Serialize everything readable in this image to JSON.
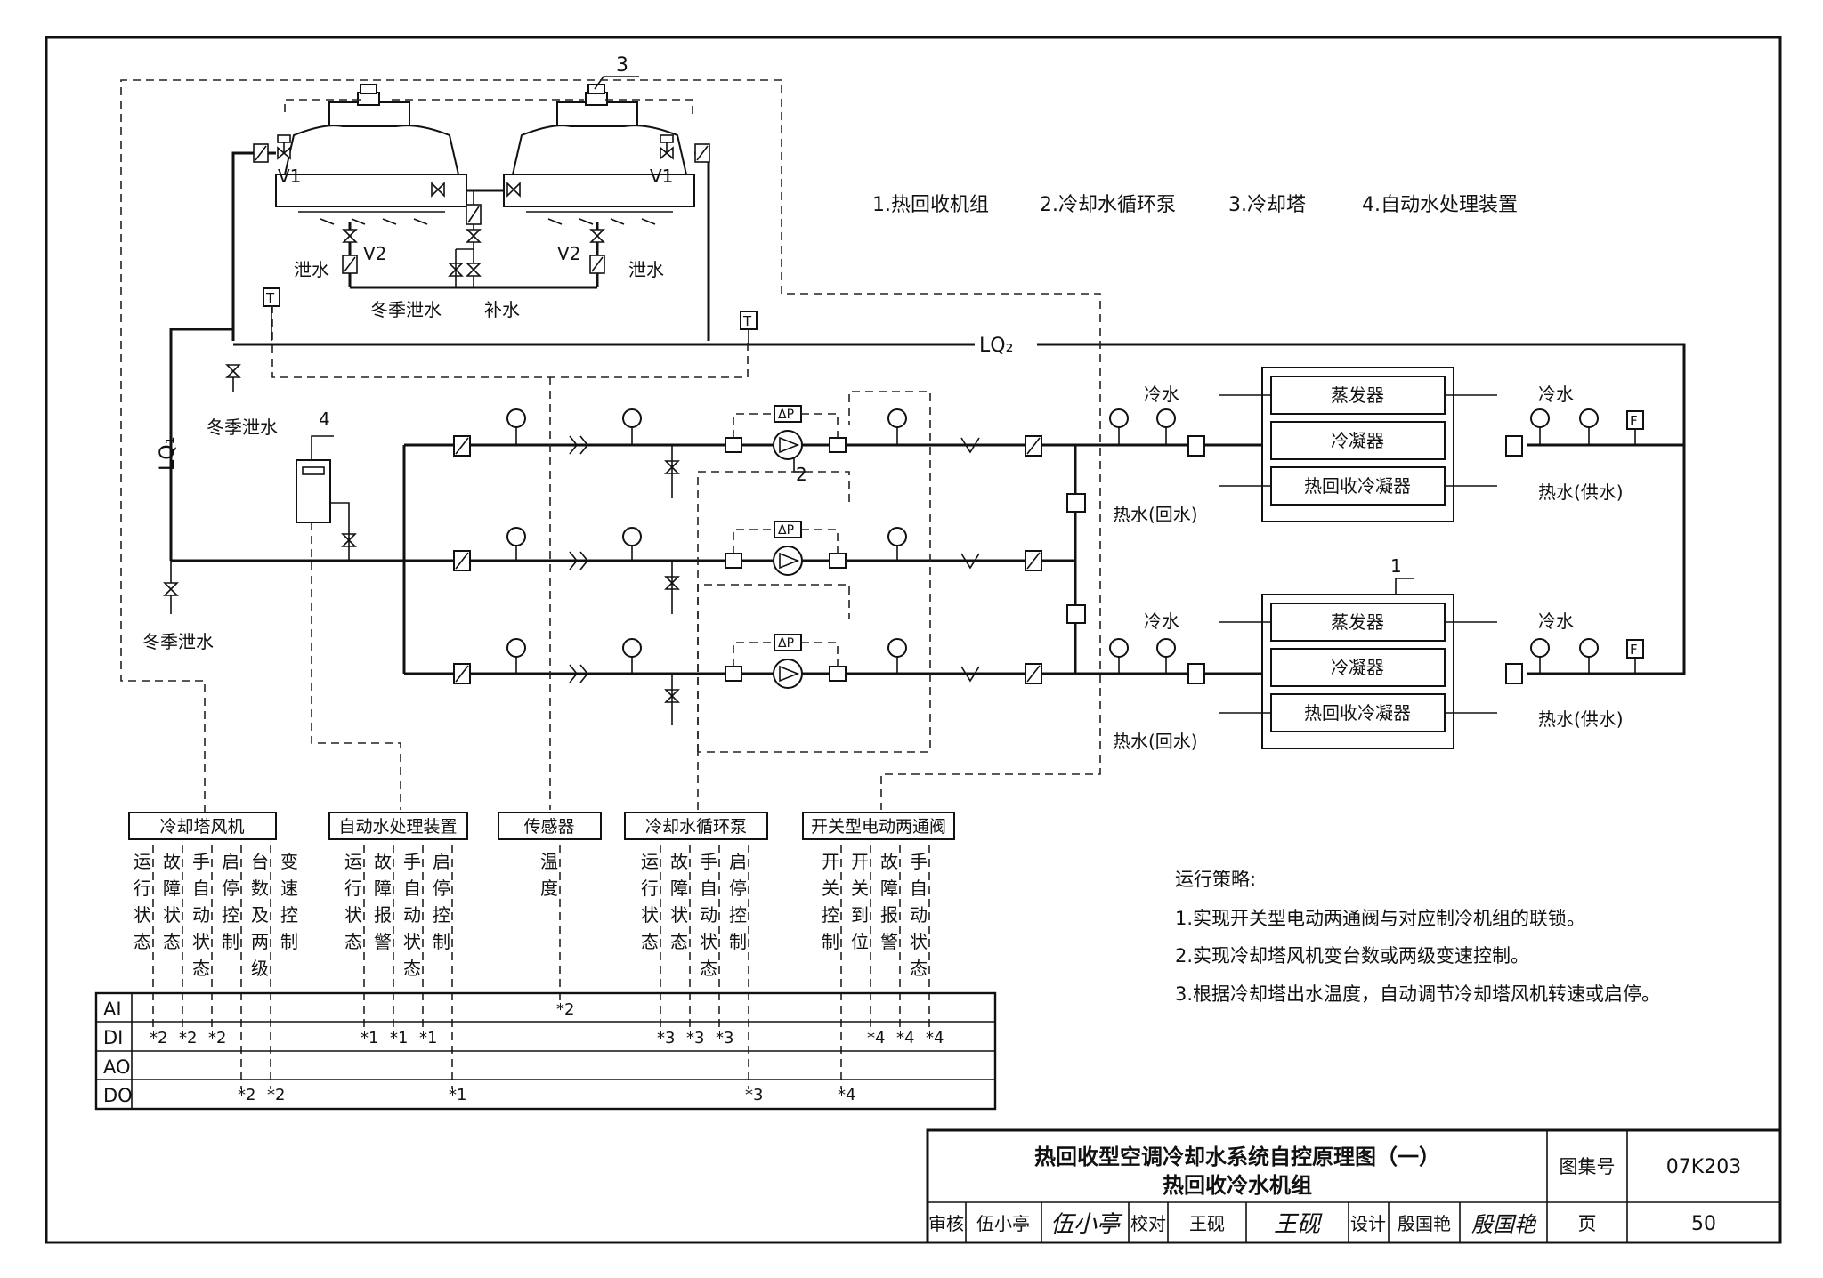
{
  "legend": {
    "item1": "1.热回收机组",
    "item2": "2.冷却水循环泵",
    "item3": "3.冷却塔",
    "item4": "4.自动水处理装置"
  },
  "callouts": {
    "c1": "1",
    "c2": "2",
    "c3": "3",
    "c4": "4"
  },
  "pipe_labels": {
    "lq1": "LQ₁",
    "lq2": "LQ₂",
    "v1": "V1",
    "v2": "V2",
    "drain": "泄水",
    "winter_drain": "冬季泄水",
    "makeup": "补水",
    "t": "T",
    "dp": "ΔP",
    "f": "F"
  },
  "chillers": [
    {
      "evaporator": "蒸发器",
      "condenser": "冷凝器",
      "hr_condenser": "热回收冷凝器",
      "cold_in": "冷水",
      "cold_out": "冷水",
      "hot_return": "热水(回水)",
      "hot_supply": "热水(供水)"
    },
    {
      "evaporator": "蒸发器",
      "condenser": "冷凝器",
      "hr_condenser": "热回收冷凝器",
      "cold_in": "冷水",
      "cold_out": "冷水",
      "hot_return": "热水(回水)",
      "hot_supply": "热水(供水)"
    }
  ],
  "io_groups": [
    {
      "title": "冷却塔风机",
      "signals": [
        "运行状态",
        "故障状态",
        "手自动状态",
        "启停控制",
        "台数及两级",
        "变速控制"
      ],
      "marks": [
        {
          "row": "DI",
          "text": "*2"
        },
        {
          "row": "DI",
          "text": "*2"
        },
        {
          "row": "DI",
          "text": "*2"
        },
        {
          "row": "DO",
          "text": "*2"
        },
        {
          "row": "DO",
          "text": "*2"
        }
      ]
    },
    {
      "title": "自动水处理装置",
      "signals": [
        "运行状态",
        "故障报警",
        "手自动状态",
        "启停控制"
      ],
      "marks": [
        {
          "row": "DI",
          "text": "*1"
        },
        {
          "row": "DI",
          "text": "*1"
        },
        {
          "row": "DI",
          "text": "*1"
        },
        {
          "row": "DO",
          "text": "*1"
        }
      ]
    },
    {
      "title": "传感器",
      "signals": [
        "温度"
      ],
      "marks": [
        {
          "row": "AI",
          "text": "*2"
        }
      ]
    },
    {
      "title": "冷却水循环泵",
      "signals": [
        "运行状态",
        "故障状态",
        "手自动状态",
        "启停控制"
      ],
      "marks": [
        {
          "row": "DI",
          "text": "*3"
        },
        {
          "row": "DI",
          "text": "*3"
        },
        {
          "row": "DI",
          "text": "*3"
        },
        {
          "row": "DO",
          "text": "*3"
        }
      ]
    },
    {
      "title": "开关型电动两通阀",
      "signals": [
        "开关控制",
        "开关到位",
        "故障报警",
        "手自动状态"
      ],
      "marks": [
        {
          "row": "DO",
          "text": "*4"
        },
        {
          "row": "DI",
          "text": "*4"
        },
        {
          "row": "DI",
          "text": "*4"
        },
        {
          "row": "DI",
          "text": "*4"
        }
      ]
    }
  ],
  "io_rows": [
    "AI",
    "DI",
    "AO",
    "DO"
  ],
  "strategy": {
    "heading": "运行策略:",
    "items": [
      "1.实现开关型电动两通阀与对应制冷机组的联锁。",
      "2.实现冷却塔风机变台数或两级变速控制。",
      "3.根据冷却塔出水温度，自动调节冷却塔风机转速或启停。"
    ]
  },
  "title_block": {
    "title_line1": "热回收型空调冷却水系统自控原理图（一）",
    "title_line2": "热回收冷水机组",
    "atlas_label": "图集号",
    "atlas_no": "07K203",
    "page_label": "页",
    "page_no": "50",
    "review_label": "审核",
    "reviewer": "伍小亭",
    "reviewer_sign": "伍小亭",
    "check_label": "校对",
    "checker": "王砚",
    "checker_sign": "王砚",
    "design_label": "设计",
    "designer": "殷国艳",
    "designer_sign": "殷国艳"
  }
}
